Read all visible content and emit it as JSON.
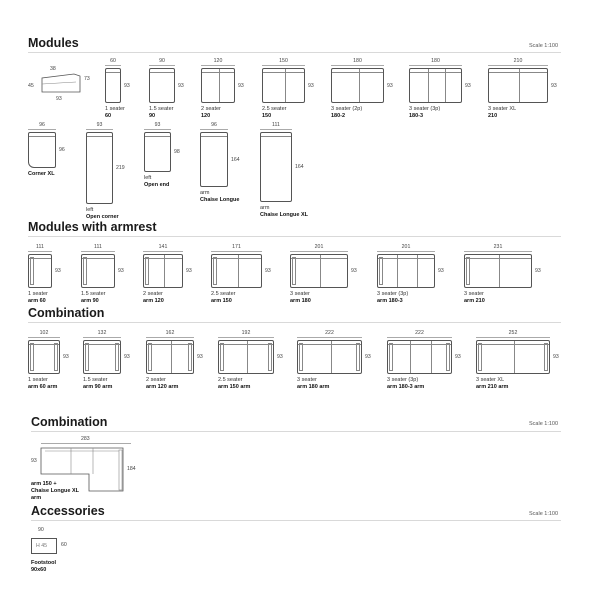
{
  "sections": {
    "modules": "Modules",
    "modules_armrest": "Modules with armrest",
    "combination1": "Combination",
    "combination2": "Combination",
    "accessories": "Accessories"
  },
  "scale_label": "Scale 1:100",
  "row1": [
    {
      "w": "60",
      "h": "93",
      "c1": "1 seater",
      "c2": "60"
    },
    {
      "w": "90",
      "h": "93",
      "c1": "1.5 seater",
      "c2": "90"
    },
    {
      "w": "120",
      "h": "93",
      "c1": "2 seater",
      "c2": "120"
    },
    {
      "w": "150",
      "h": "93",
      "c1": "2.5 seater",
      "c2": "150"
    },
    {
      "w": "180",
      "h": "93",
      "c1": "3 seater (2p)",
      "c2": "180-2"
    },
    {
      "w": "180",
      "h": "93",
      "c1": "3 seater (3p)",
      "c2": "180-3"
    },
    {
      "w": "210",
      "h": "93",
      "c1": "3 seater XL",
      "c2": "210"
    }
  ],
  "side_view": {
    "depth": "93",
    "seat": "38",
    "height": "73",
    "back": "45"
  },
  "row2": [
    {
      "w": "96",
      "h": "96",
      "c1": "",
      "c2": "Corner XL"
    },
    {
      "w": "93",
      "h": "219",
      "c1": "left",
      "c2": "Open corner"
    },
    {
      "w": "93",
      "h": "98",
      "c1": "left",
      "c2": "Open end"
    },
    {
      "w": "96",
      "h": "164",
      "c1": "arm",
      "c2": "Chaise Longue"
    },
    {
      "w": "111",
      "h": "164",
      "c1": "arm",
      "c2": "Chaise Longue XL"
    }
  ],
  "row3": [
    {
      "w": "111",
      "h": "93",
      "c1": "1 seater",
      "c2": "arm 60"
    },
    {
      "w": "111",
      "h": "93",
      "c1": "1.5 seater",
      "c2": "arm 90"
    },
    {
      "w": "141",
      "h": "93",
      "c1": "2 seater",
      "c2": "arm 120"
    },
    {
      "w": "171",
      "h": "93",
      "c1": "2.5 seater",
      "c2": "arm 150"
    },
    {
      "w": "201",
      "h": "93",
      "c1": "3 seater",
      "c2": "arm 180"
    },
    {
      "w": "201",
      "h": "93",
      "c1": "3 seater (3p)",
      "c2": "arm 180-3"
    },
    {
      "w": "231",
      "h": "93",
      "c1": "3 seater",
      "c2": "arm 210"
    }
  ],
  "row4": [
    {
      "w": "102",
      "h": "93",
      "c1": "1 seater",
      "c2": "arm 60 arm"
    },
    {
      "w": "132",
      "h": "93",
      "c1": "1.5 seater",
      "c2": "arm 90 arm"
    },
    {
      "w": "162",
      "h": "93",
      "c1": "2 seater",
      "c2": "arm 120 arm"
    },
    {
      "w": "192",
      "h": "93",
      "c1": "2.5 seater",
      "c2": "arm 150 arm"
    },
    {
      "w": "222",
      "h": "93",
      "c1": "3 seater",
      "c2": "arm 180 arm"
    },
    {
      "w": "222",
      "h": "93",
      "c1": "3 seater (3p)",
      "c2": "arm 180-3 arm"
    },
    {
      "w": "252",
      "h": "93",
      "c1": "3 seater XL",
      "c2": "arm 210 arm"
    }
  ],
  "combo": {
    "w": "283",
    "h_left": "93",
    "h_right": "184",
    "c1": "arm 150 +",
    "c2": "Chaise Longue XL",
    "c3": "arm"
  },
  "footstool": {
    "w": "90",
    "h": "60",
    "inner": "H 45",
    "c1": "Footstool",
    "c2": "90x60"
  }
}
